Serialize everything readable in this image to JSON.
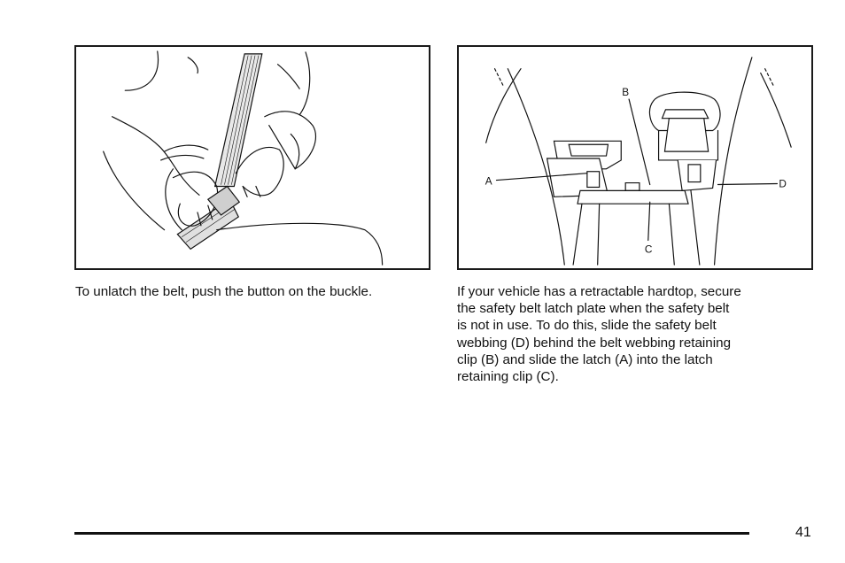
{
  "figures": {
    "left": {
      "description_key": "unlatch-belt"
    },
    "right": {
      "labels": {
        "a": "A",
        "b": "B",
        "c": "C",
        "d": "D"
      }
    }
  },
  "captions": {
    "left": "To unlatch the belt, push the button on the buckle.",
    "right": "If your vehicle has a retractable hardtop, secure\nthe safety belt latch plate when the safety belt\nis not in use. To do this, slide the safety belt\nwebbing (D) behind the belt webbing retaining\nclip (B) and slide the latch (A) into the latch\nretaining clip (C)."
  },
  "footer": {
    "page_number": "41"
  }
}
